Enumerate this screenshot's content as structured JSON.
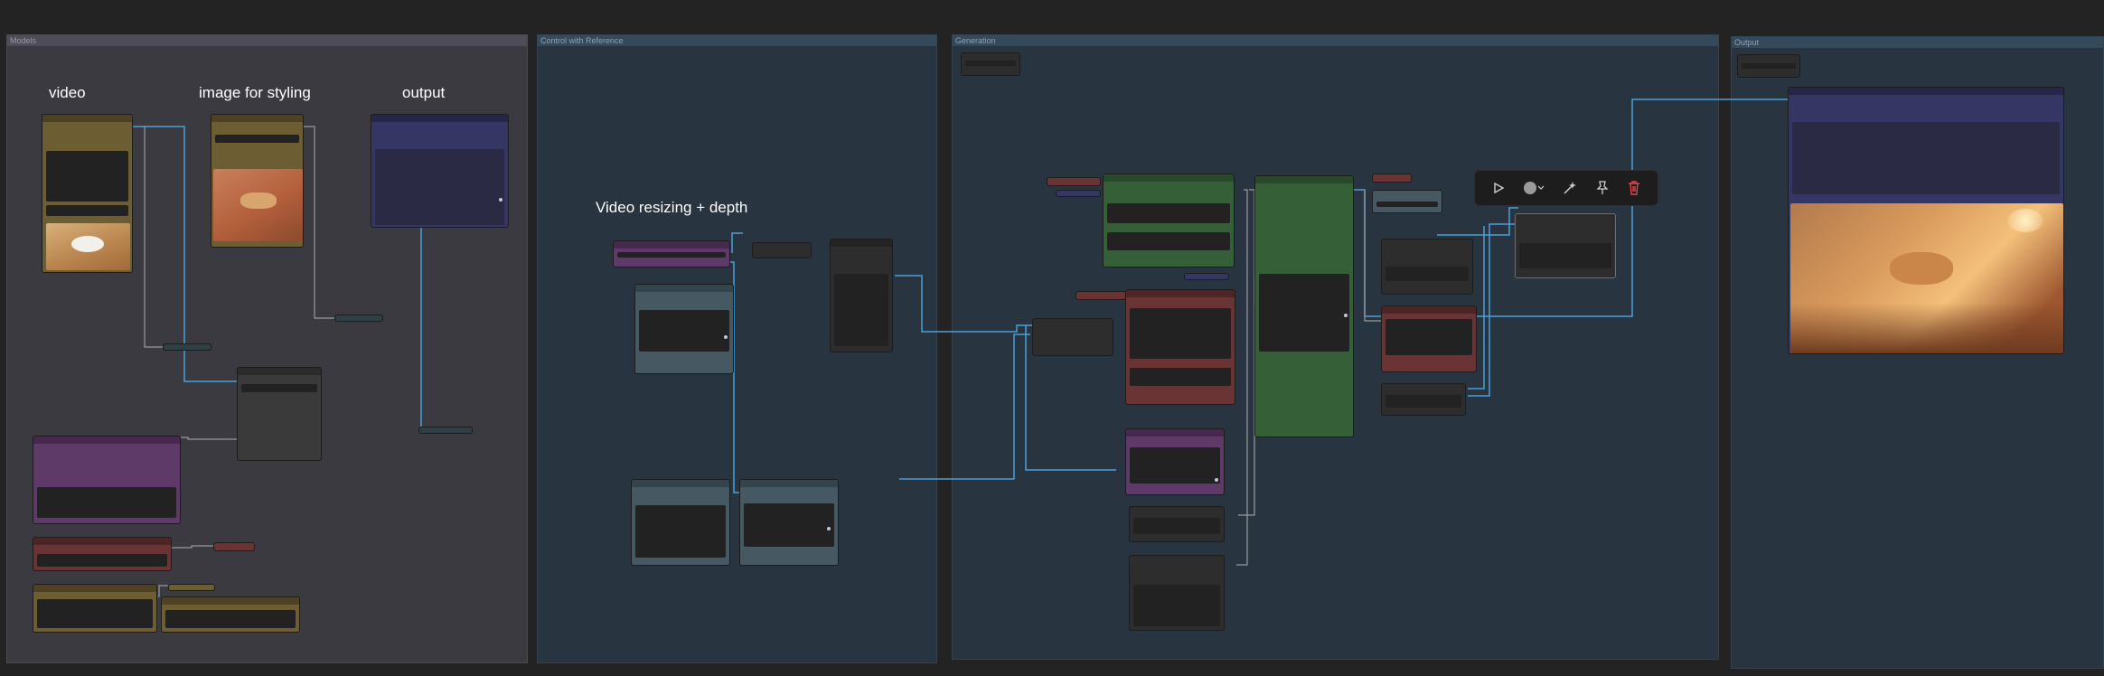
{
  "groups": {
    "models": "Models",
    "control": "Control with Reference",
    "generation": "Generation",
    "output": "Output"
  },
  "labels": {
    "video": "video",
    "image_for_styling": "image for styling",
    "output": "output",
    "video_resizing": "Video resizing + depth"
  },
  "colors": {
    "canvas": "#232323",
    "wire": "#4aa0d8",
    "wire_gray": "#9a9a9a",
    "delete": "#e0474c"
  },
  "toolbar": {
    "icons": [
      "play-icon",
      "color-dot-icon",
      "chevron-down-icon",
      "bypass-wand-icon",
      "pin-icon",
      "trash-icon"
    ]
  }
}
